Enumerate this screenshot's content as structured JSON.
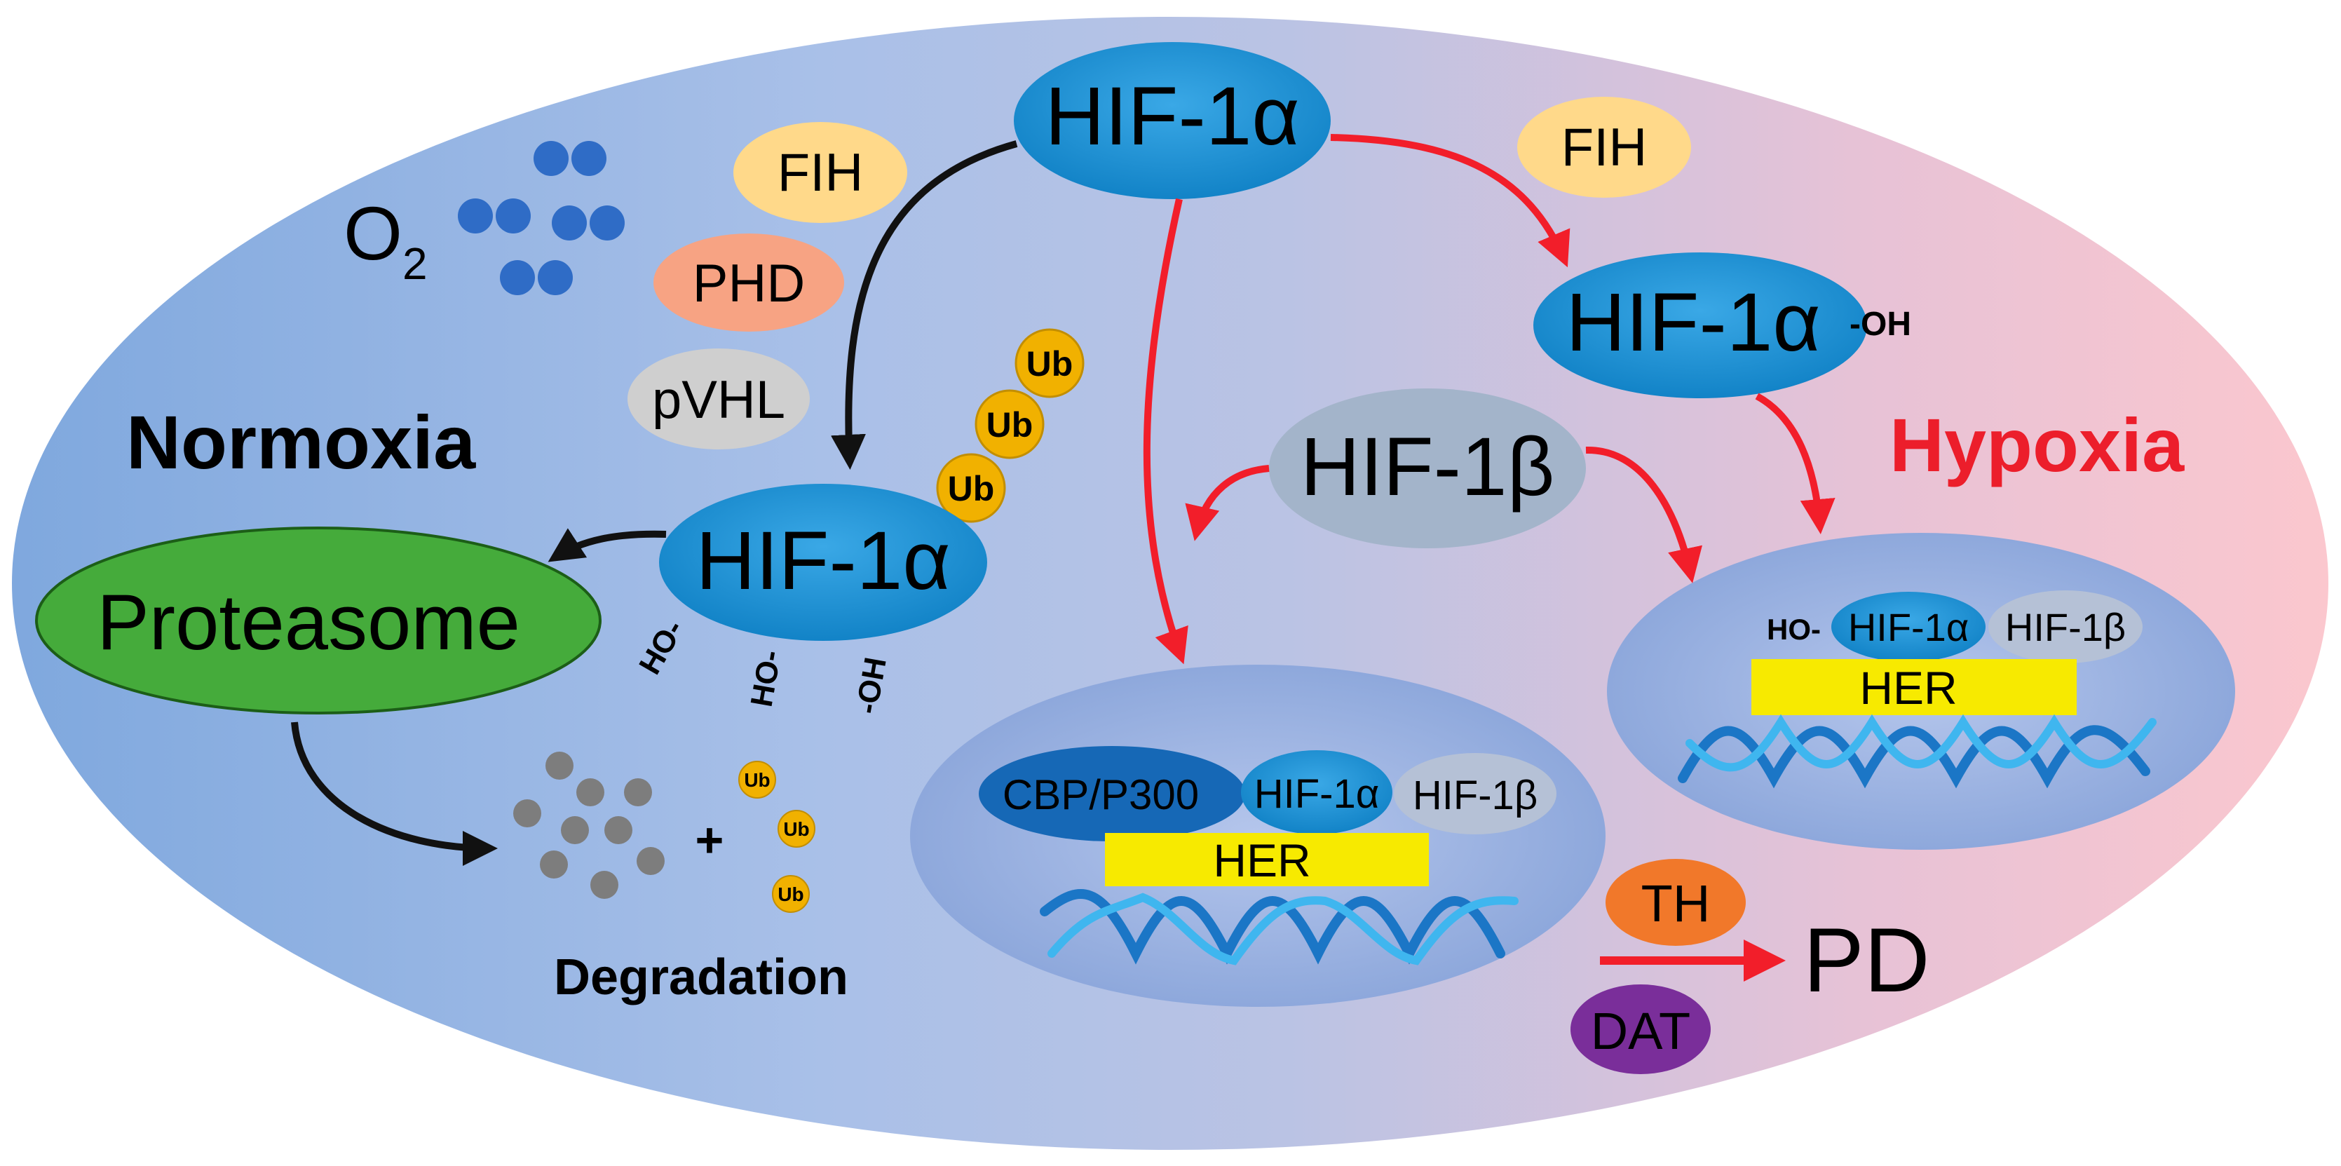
{
  "labels": {
    "normoxia": "Normoxia",
    "hypoxia": "Hypoxia",
    "o2": "O",
    "o2_sub": "2",
    "fih": "FIH",
    "phd": "PHD",
    "pvhl": "pVHL",
    "hif1a": "HIF-1α",
    "hif1b": "HIF-1β",
    "oh_suffix": "-OH",
    "ho_prefix": "HO-",
    "ho": "HO-",
    "oh": "-OH",
    "ub": "Ub",
    "proteasome": "Proteasome",
    "plus": "+",
    "degradation": "Degradation",
    "cbp_p300": "CBP/P300",
    "her": "HER",
    "th": "TH",
    "dat": "DAT",
    "pd": "PD"
  },
  "colors": {
    "background_left": "#7fa8de",
    "background_mid": "#b3c3e8",
    "background_right": "#f7c6cf",
    "hif_blue": "#1f8fd2",
    "hif1b_gray": "#a3b4ca",
    "fih_yellow": "#ffd98a",
    "phd_salmon": "#f7a383",
    "pvhl_gray": "#cfcfcf",
    "ub_gold": "#f1b100",
    "proteasome_green": "#45ab3b",
    "o2_blue": "#2f6cc6",
    "her_yellow": "#f7ea00",
    "cbp_blue": "#1668b6",
    "nucleus_blue": "#8aa5da",
    "arrow_red": "#f21e2a",
    "arrow_black": "#111111",
    "hypoxia_red": "#ec1e2b",
    "th_orange": "#f1782a",
    "dat_purple": "#7a2e9a",
    "degradation_gray": "#7d7d7d"
  }
}
